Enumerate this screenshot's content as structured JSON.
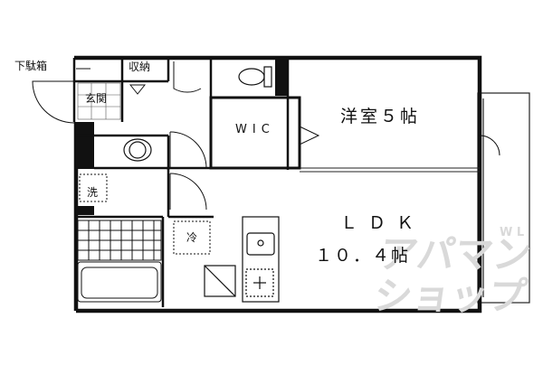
{
  "labels": {
    "getabako": "下駄箱",
    "shuno": "収納",
    "genkan": "玄関",
    "wic": "WIC",
    "yoshitsu": "洋室５帖",
    "ldk": "ＬＤＫ",
    "ldk_size": "１０．４帖",
    "sen": "洗",
    "rei": "冷"
  },
  "watermark": {
    "line1": "アパマン",
    "line2": "ショップ",
    "small": "W L"
  }
}
